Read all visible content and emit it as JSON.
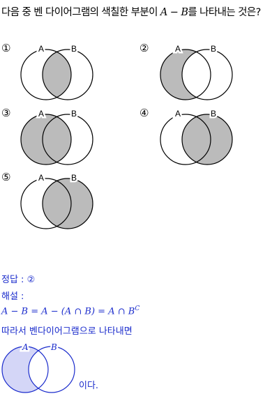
{
  "question": {
    "text_before": "다음 중 벤 다이어그램의 색칠한 부분이 ",
    "math": "A − B",
    "text_after": "를 나타내는 것은?"
  },
  "choices": [
    {
      "number": "①",
      "shade": "intersection"
    },
    {
      "number": "②",
      "shade": "left-only"
    },
    {
      "number": "③",
      "shade": "left-full"
    },
    {
      "number": "④",
      "shade": "right-full"
    },
    {
      "number": "⑤",
      "shade": "right-full"
    }
  ],
  "set_labels": {
    "a": "A",
    "b": "B"
  },
  "answer": {
    "label": "정답 : ",
    "value": "②"
  },
  "explanation": {
    "label": "해설 : ",
    "formula_main": "A − B = A − (A ∩ B) = A ∩ B",
    "formula_sup": "C",
    "line2": "따라서 벤다이어그램으로 나타내면",
    "ending": "이다."
  },
  "colors": {
    "shade_gray": "#bbbbbb",
    "blue": "#1a2bcc",
    "shade_blue": "#d4d6f7"
  }
}
